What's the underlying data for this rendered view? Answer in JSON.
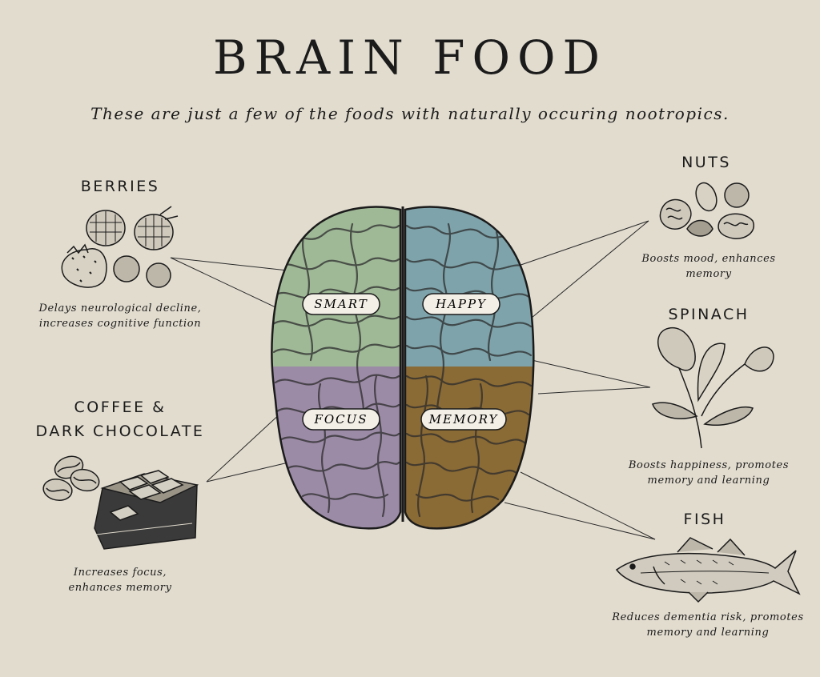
{
  "header": {
    "title": "BRAIN FOOD",
    "subtitle": "These are just a few of the foods with naturally occuring nootropics."
  },
  "brain_regions": {
    "smart": "SMART",
    "happy": "HAPPY",
    "focus": "FOCUS",
    "memory": "MEMORY"
  },
  "foods": {
    "berries": {
      "name": "BERRIES",
      "desc_1": "Delays neurological decline,",
      "desc_2": "increases cognitive function"
    },
    "coffee": {
      "name_1": "COFFEE &",
      "name_2": "DARK CHOCOLATE",
      "desc_1": "Increases focus,",
      "desc_2": "enhances memory"
    },
    "nuts": {
      "name": "NUTS",
      "desc_1": "Boosts mood, enhances",
      "desc_2": "memory"
    },
    "spinach": {
      "name": "SPINACH",
      "desc_1": "Boosts happiness, promotes",
      "desc_2": "memory and learning"
    },
    "fish": {
      "name": "FISH",
      "desc_1": "Reduces dementia risk, promotes",
      "desc_2": "memory and learning"
    }
  },
  "colors": {
    "background": "#e2dccf",
    "smart": "#9fb896",
    "happy": "#7ea3aa",
    "focus": "#9c8ba6",
    "memory": "#8a6a35",
    "ink": "#1b1b1b"
  },
  "icons": [
    "berries-icon",
    "coffee-chocolate-icon",
    "nuts-icon",
    "spinach-icon",
    "fish-icon"
  ]
}
